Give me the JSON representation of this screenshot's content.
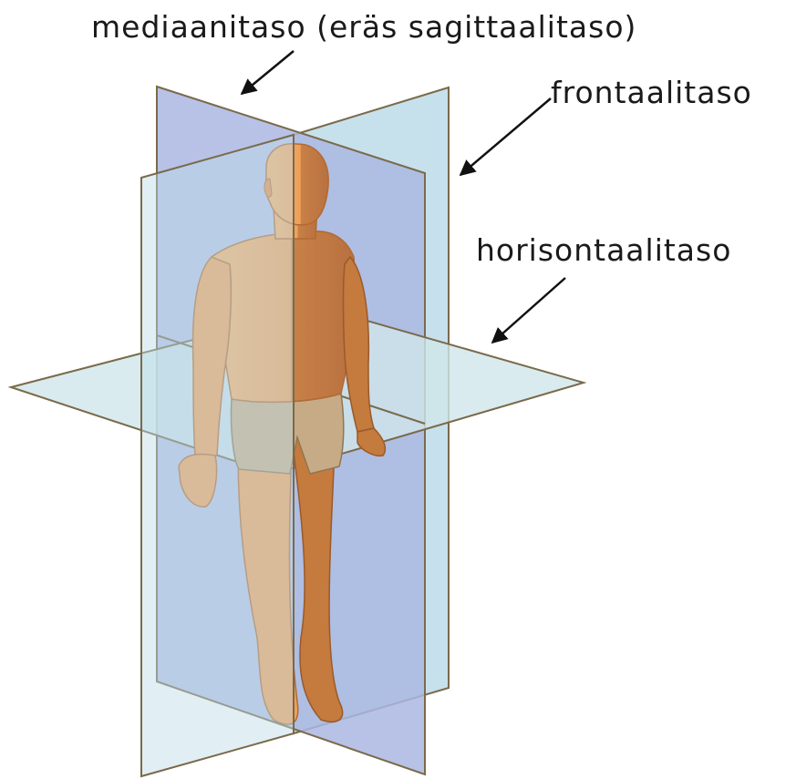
{
  "labels": {
    "median_plane": "mediaanitaso (eräs sagittaalitaso)",
    "frontal_plane": "frontaalitaso",
    "horizontal_plane": "horisontaalitaso"
  },
  "colors": {
    "sagittal_plane": "#b7c2e6",
    "frontal_plane": "#bcdce8",
    "horizontal_plane": "#cfe6ea",
    "plane_edge": "#7a6a4a",
    "skin_light": "#f2a25a",
    "skin_shadow": "#c57a3e",
    "shorts": "#c7ab86"
  }
}
